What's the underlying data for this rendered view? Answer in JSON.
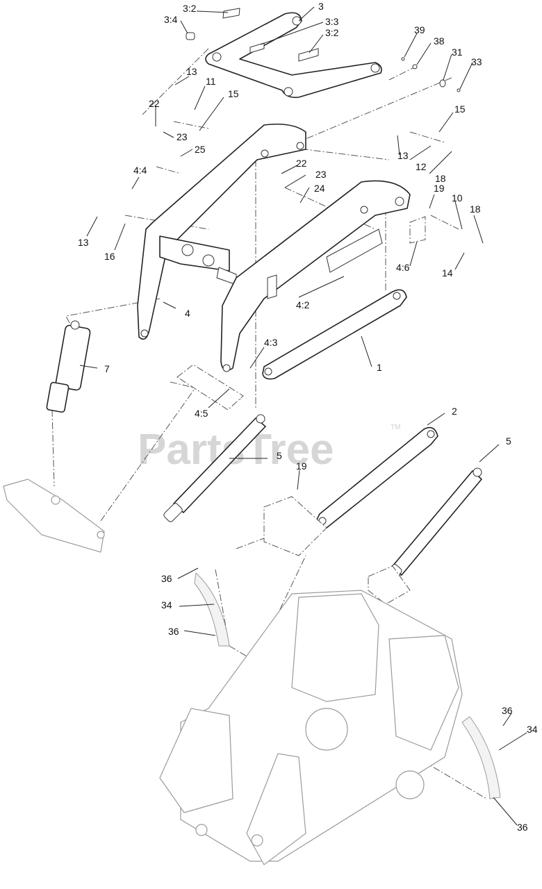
{
  "watermark": {
    "text": "PartsTree",
    "tm": "TM"
  },
  "callouts": [
    {
      "id": "c1",
      "text": "3:2"
    },
    {
      "id": "c2",
      "text": "3"
    },
    {
      "id": "c3",
      "text": "3:4"
    },
    {
      "id": "c4",
      "text": "3:3"
    },
    {
      "id": "c5",
      "text": "3:2"
    },
    {
      "id": "c6",
      "text": "39"
    },
    {
      "id": "c7",
      "text": "38"
    },
    {
      "id": "c8",
      "text": "31"
    },
    {
      "id": "c9",
      "text": "33"
    },
    {
      "id": "c10",
      "text": "13"
    },
    {
      "id": "c11",
      "text": "11"
    },
    {
      "id": "c12",
      "text": "15"
    },
    {
      "id": "c13",
      "text": "22"
    },
    {
      "id": "c14",
      "text": "23"
    },
    {
      "id": "c15",
      "text": "25"
    },
    {
      "id": "c16",
      "text": "15"
    },
    {
      "id": "c17",
      "text": "13"
    },
    {
      "id": "c18",
      "text": "12"
    },
    {
      "id": "c19",
      "text": "18"
    },
    {
      "id": "c20",
      "text": "22"
    },
    {
      "id": "c21",
      "text": "23"
    },
    {
      "id": "c22",
      "text": "24"
    },
    {
      "id": "c23",
      "text": "4:4"
    },
    {
      "id": "c24",
      "text": "19"
    },
    {
      "id": "c25",
      "text": "10"
    },
    {
      "id": "c26",
      "text": "18"
    },
    {
      "id": "c27",
      "text": "13"
    },
    {
      "id": "c28",
      "text": "16"
    },
    {
      "id": "c29",
      "text": "4:6"
    },
    {
      "id": "c30",
      "text": "14"
    },
    {
      "id": "c31",
      "text": "4"
    },
    {
      "id": "c32",
      "text": "4:2"
    },
    {
      "id": "c33",
      "text": "7"
    },
    {
      "id": "c34",
      "text": "4:3"
    },
    {
      "id": "c35",
      "text": "1"
    },
    {
      "id": "c36",
      "text": "4:5"
    },
    {
      "id": "c37",
      "text": "2"
    },
    {
      "id": "c38",
      "text": "5"
    },
    {
      "id": "c39",
      "text": "5"
    },
    {
      "id": "c40",
      "text": "19"
    },
    {
      "id": "c41",
      "text": "36"
    },
    {
      "id": "c42",
      "text": "34"
    },
    {
      "id": "c43",
      "text": "36"
    },
    {
      "id": "c44",
      "text": "36"
    },
    {
      "id": "c45",
      "text": "34"
    },
    {
      "id": "c46",
      "text": "36"
    }
  ]
}
